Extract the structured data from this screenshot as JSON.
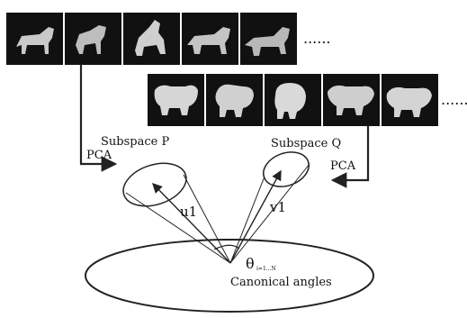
{
  "rows": {
    "top": {
      "subject": "dog (German shepherd style)",
      "count": 5,
      "ellipsis": "......"
    },
    "bottom": {
      "subject": "dog (fluffy white breed)",
      "count": 5,
      "ellipsis": "......"
    }
  },
  "labels": {
    "subspace_p": "Subspace P",
    "subspace_q": "Subspace Q",
    "pca_left": "PCA",
    "pca_right": "PCA",
    "u1": "u1",
    "v1": "v1",
    "theta": "θ",
    "theta_sub": "i=1...N",
    "canonical_angles": "Canonical angles"
  },
  "colors": {
    "tile_bg": "#111111",
    "line": "#222222"
  }
}
